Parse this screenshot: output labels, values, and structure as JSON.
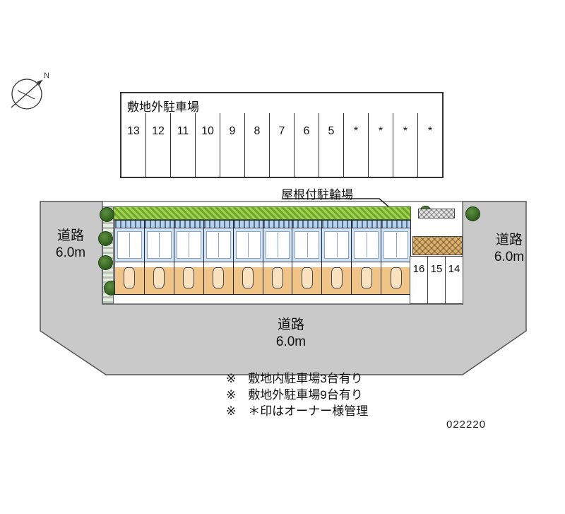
{
  "compass": {
    "label": "N"
  },
  "offsite_parking": {
    "title": "敷地外駐車場",
    "stalls": [
      "13",
      "12",
      "11",
      "10",
      "9",
      "8",
      "7",
      "6",
      "5",
      "*",
      "*",
      "*",
      "*"
    ]
  },
  "site": {
    "bicycle_parking_label": "屋根付駐輪場",
    "road_left": {
      "name": "道路",
      "width": "6.0m"
    },
    "road_right": {
      "name": "道路",
      "width": "6.0m"
    },
    "road_bottom": {
      "name": "道路",
      "width": "6.0m"
    },
    "onsite_stalls": [
      "16",
      "15",
      "14"
    ],
    "building_unit_count": 10
  },
  "notes": [
    "※　敷地内駐車場3台有り",
    "※　敷地外駐車場9台有り",
    "※　＊印はオーナー様管理"
  ],
  "plan_number": "022220",
  "colors": {
    "road_fill": "#c9c9c9",
    "unit_room_fill": "#cfe3f4",
    "unit_parking_fill": "#f0c387",
    "greenery": "#6ba82e"
  }
}
